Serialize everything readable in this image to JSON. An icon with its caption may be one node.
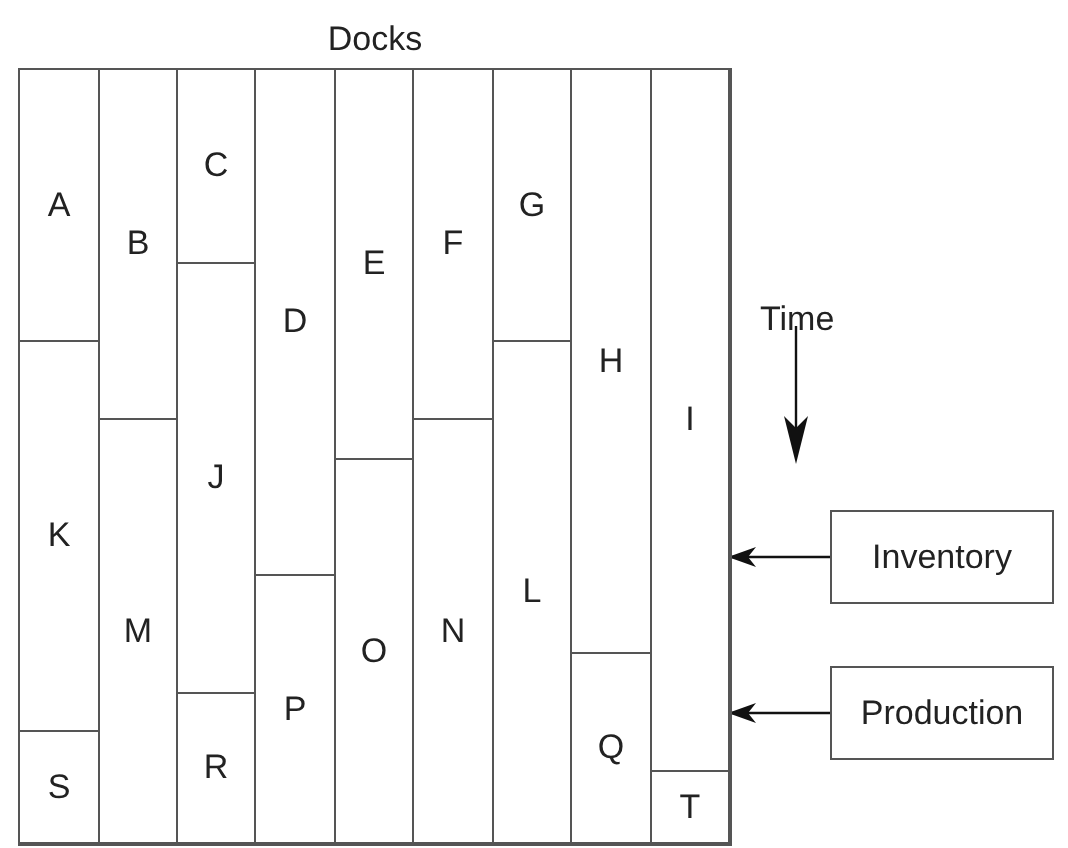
{
  "diagram": {
    "nodes": [
      {
        "text": [
          "Docks"
        ]
      },
      {
        "text": [
          "A"
        ],
        "in": 0
      },
      {
        "text": [
          "K"
        ],
        "in": 0
      },
      {
        "text": [
          "S"
        ],
        "in": 0
      },
      {
        "text": [
          "B"
        ],
        "in": 0
      },
      {
        "text": [
          "M"
        ],
        "in": 0
      },
      {
        "text": [
          "C"
        ],
        "in": 0
      },
      {
        "text": [
          "J"
        ],
        "in": 0
      },
      {
        "text": [
          "R"
        ],
        "in": 0
      },
      {
        "text": [
          "D"
        ],
        "in": 0
      },
      {
        "text": [
          "P"
        ],
        "in": 0
      },
      {
        "text": [
          "E"
        ],
        "in": 0
      },
      {
        "text": [
          "O"
        ],
        "in": 0
      },
      {
        "text": [
          "F"
        ],
        "in": 0
      },
      {
        "text": [
          "N"
        ],
        "in": 0
      },
      {
        "text": [
          "G"
        ],
        "in": 0
      },
      {
        "text": [
          "L"
        ],
        "in": 0
      },
      {
        "text": [
          "H"
        ],
        "in": 0
      },
      {
        "text": [
          "Q"
        ],
        "in": 0
      },
      {
        "text": [
          "I"
        ],
        "in": 0
      },
      {
        "text": [
          "T"
        ],
        "in": 0
      },
      {
        "text": [
          "Inventory"
        ]
      },
      {
        "text": [
          "Production"
        ]
      }
    ],
    "edges": [
      {
        "from": 21,
        "to": 19,
        "arrow": "to"
      },
      {
        "from": 22,
        "to": 19,
        "arrow": "to"
      }
    ],
    "labels": [
      "Time"
    ]
  }
}
